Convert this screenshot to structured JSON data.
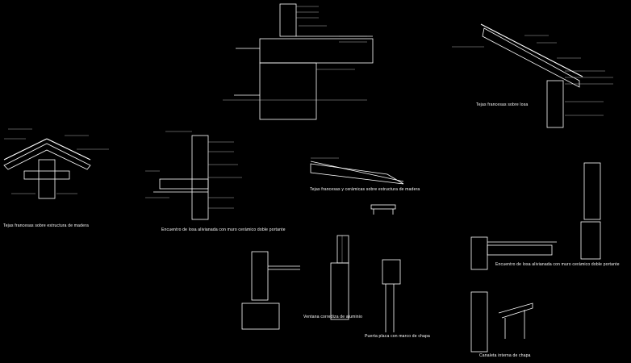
{
  "drawing": {
    "background": "#000000",
    "line_color": "#ffffff",
    "captions": {
      "roof_wood": "Tejas francesas sobre estructura de madera",
      "roof_slab": "Tejas francesas sobre losa",
      "tiles_wood": "Tejas francesas y cerámicas sobre estructura de madera",
      "slab_joint_1": "Encuentro de losa alivianada con muro cerámico doble portante",
      "slab_joint_2": "Encuentro de losa alivianada con muro cerámico doble portante",
      "window": "Ventana corrediza de aluminio",
      "door": "Puerta placa con marco de chapa",
      "eave": "Canaleta interna de chapa"
    }
  }
}
